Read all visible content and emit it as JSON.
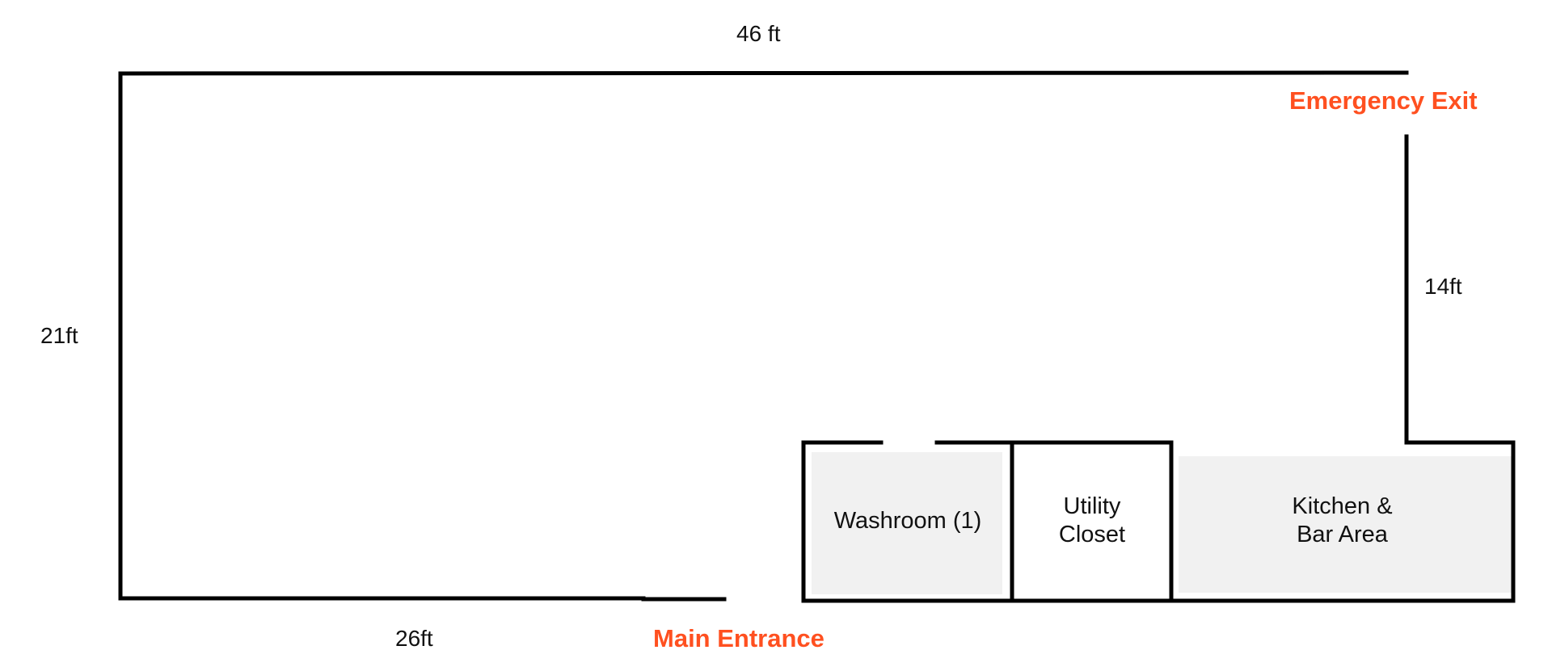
{
  "dimensions": {
    "top": "46 ft",
    "left": "21ft",
    "right": "14ft",
    "bottom": "26ft"
  },
  "exits": {
    "emergency": "Emergency Exit",
    "main": "Main Entrance",
    "accent_color": "#ff5020"
  },
  "rooms": {
    "washroom": {
      "lines": [
        "Washroom (1)"
      ]
    },
    "utility": {
      "lines": [
        "Utility",
        "Closet"
      ]
    },
    "kitchen": {
      "lines": [
        "Kitchen &",
        "Bar Area"
      ]
    },
    "fill_color": "#f1f1f1",
    "wall_color": "#000000"
  }
}
